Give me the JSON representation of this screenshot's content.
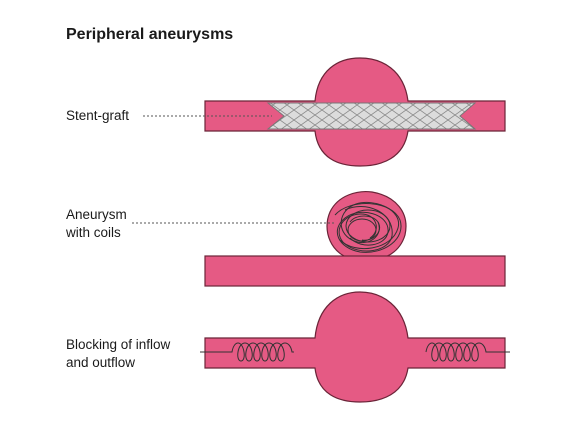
{
  "title": "Peripheral aneurysms",
  "panels": [
    {
      "label": "Stent-graft"
    },
    {
      "label_line1": "Aneurysm",
      "label_line2": "with coils"
    },
    {
      "label_line1": "Blocking of inflow",
      "label_line2": "and outflow"
    }
  ],
  "colors": {
    "vessel_fill": "#e55a84",
    "vessel_stroke": "#6b2438",
    "stent_fill": "#dcdcdc",
    "coil_stroke": "#333333",
    "leader_line": "#555555"
  }
}
